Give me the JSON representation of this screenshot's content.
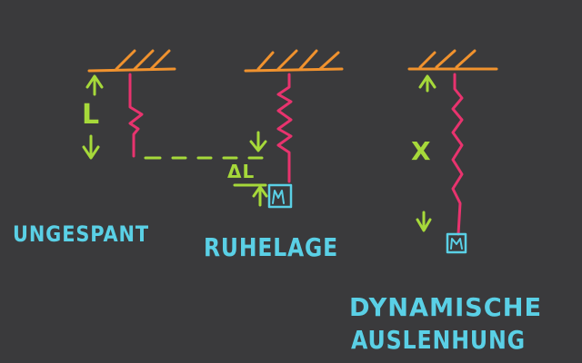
{
  "colors": {
    "background": "#3a3a3c",
    "ceiling": "#f0922e",
    "spring": "#e8336e",
    "measure": "#a6d93a",
    "text": "#5ad0e6",
    "mass": "#5ad0e6"
  },
  "labels": {
    "ungespannt": "UNGESPANT",
    "ruhelage": "RUHELAGE",
    "dynamische": "DYNAMISCHE",
    "auslenkung": "AUSLENHUNG",
    "length_l": "L",
    "delta_l": "ΔL",
    "x": "X",
    "mass": "M"
  }
}
